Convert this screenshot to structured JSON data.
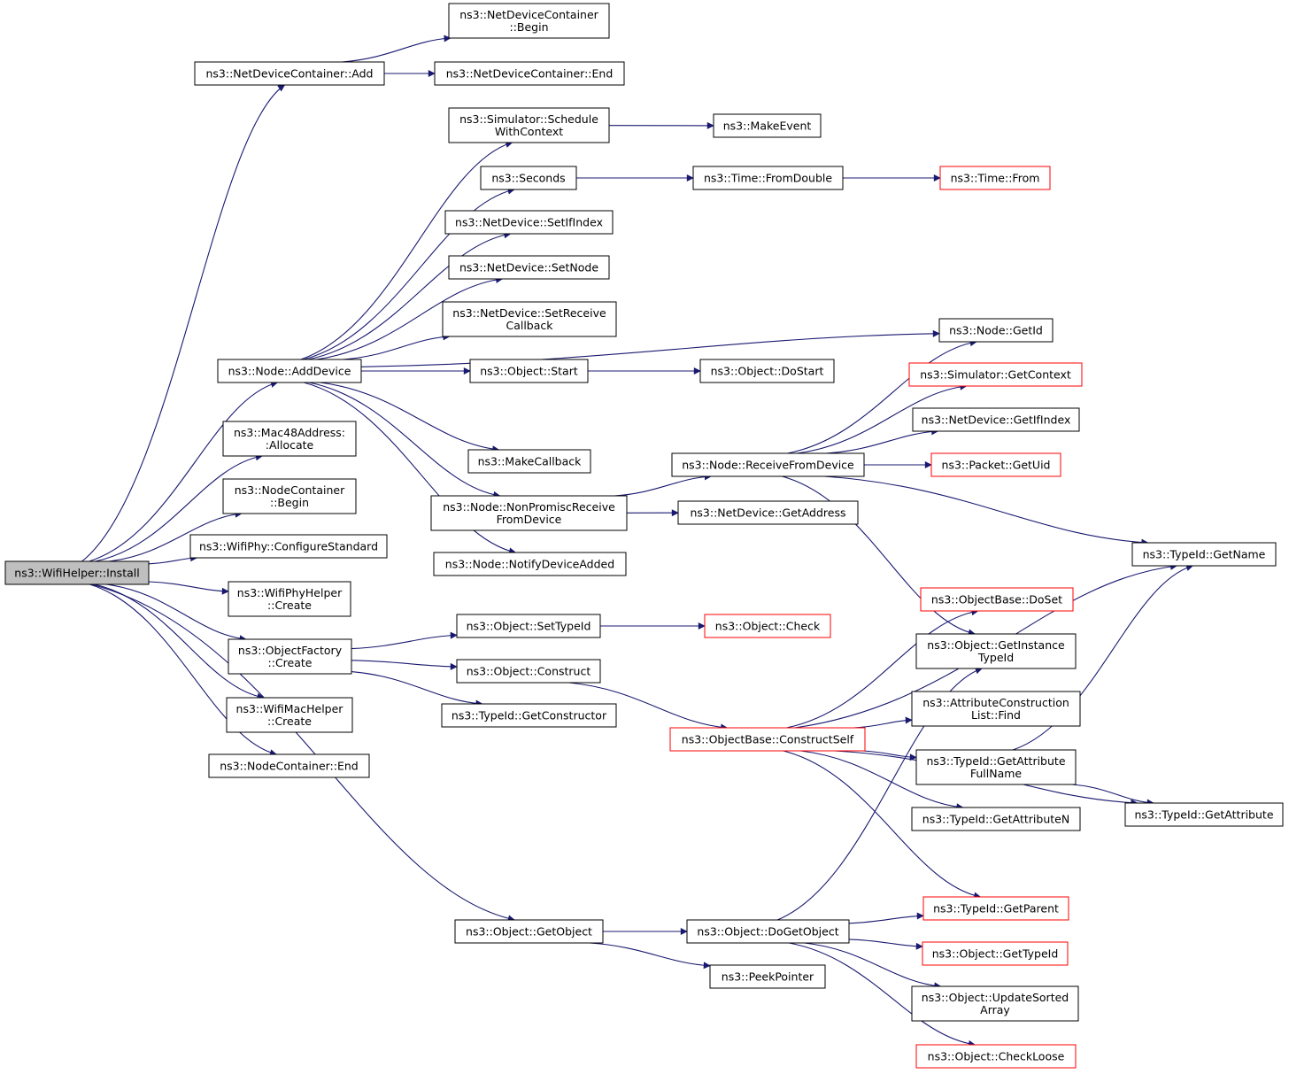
{
  "colors": {
    "edge": "#191970",
    "border": "#000000",
    "incomplete_border": "#ff0000",
    "root_fill": "#bfbfbf"
  },
  "nodes": {
    "wifihelper_install": {
      "lines": [
        "ns3::WifiHelper::Install"
      ]
    },
    "ndc_add": {
      "lines": [
        "ns3::NetDeviceContainer::Add"
      ]
    },
    "ndc_begin": {
      "lines": [
        "ns3::NetDeviceContainer",
        "::Begin"
      ]
    },
    "ndc_end": {
      "lines": [
        "ns3::NetDeviceContainer::End"
      ]
    },
    "sim_schedulewithcontext": {
      "lines": [
        "ns3::Simulator::Schedule",
        "WithContext"
      ]
    },
    "makeevent": {
      "lines": [
        "ns3::MakeEvent"
      ]
    },
    "seconds": {
      "lines": [
        "ns3::Seconds"
      ]
    },
    "time_fromdouble": {
      "lines": [
        "ns3::Time::FromDouble"
      ]
    },
    "time_from": {
      "lines": [
        "ns3::Time::From"
      ]
    },
    "nd_setifindex": {
      "lines": [
        "ns3::NetDevice::SetIfIndex"
      ]
    },
    "nd_setnode": {
      "lines": [
        "ns3::NetDevice::SetNode"
      ]
    },
    "nd_setreceivecallback": {
      "lines": [
        "ns3::NetDevice::SetReceive",
        "Callback"
      ]
    },
    "node_getid": {
      "lines": [
        "ns3::Node::GetId"
      ]
    },
    "node_adddevice": {
      "lines": [
        "ns3::Node::AddDevice"
      ]
    },
    "object_start": {
      "lines": [
        "ns3::Object::Start"
      ]
    },
    "object_dostart": {
      "lines": [
        "ns3::Object::DoStart"
      ]
    },
    "sim_getcontext": {
      "lines": [
        "ns3::Simulator::GetContext"
      ]
    },
    "nd_getifindex": {
      "lines": [
        "ns3::NetDevice::GetIfIndex"
      ]
    },
    "mac48_allocate": {
      "lines": [
        "ns3::Mac48Address:",
        ":Allocate"
      ]
    },
    "makecallback": {
      "lines": [
        "ns3::MakeCallback"
      ]
    },
    "node_receivefromdevice": {
      "lines": [
        "ns3::Node::ReceiveFromDevice"
      ]
    },
    "packet_getuid": {
      "lines": [
        "ns3::Packet::GetUid"
      ]
    },
    "nc_begin": {
      "lines": [
        "ns3::NodeContainer",
        "::Begin"
      ]
    },
    "node_nonpromisc": {
      "lines": [
        "ns3::Node::NonPromiscReceive",
        "FromDevice"
      ]
    },
    "nd_getaddress": {
      "lines": [
        "ns3::NetDevice::GetAddress"
      ]
    },
    "wifiphy_configurestandard": {
      "lines": [
        "ns3::WifiPhy::ConfigureStandard"
      ]
    },
    "typeid_getname": {
      "lines": [
        "ns3::TypeId::GetName"
      ]
    },
    "node_notifydeviceadded": {
      "lines": [
        "ns3::Node::NotifyDeviceAdded"
      ]
    },
    "wifiphyhelper_create": {
      "lines": [
        "ns3::WifiPhyHelper",
        "::Create"
      ]
    },
    "objectbase_doset": {
      "lines": [
        "ns3::ObjectBase::DoSet"
      ]
    },
    "object_settypeid": {
      "lines": [
        "ns3::Object::SetTypeId"
      ]
    },
    "object_check": {
      "lines": [
        "ns3::Object::Check"
      ]
    },
    "objectfactory_create": {
      "lines": [
        "ns3::ObjectFactory",
        "::Create"
      ]
    },
    "object_getinstancetypeid": {
      "lines": [
        "ns3::Object::GetInstance",
        "TypeId"
      ]
    },
    "object_construct": {
      "lines": [
        "ns3::Object::Construct"
      ]
    },
    "attrconstructionlist_find": {
      "lines": [
        "ns3::AttributeConstruction",
        "List::Find"
      ]
    },
    "wifimachelper_create": {
      "lines": [
        "ns3::WifiMacHelper",
        "::Create"
      ]
    },
    "typeid_getconstructor": {
      "lines": [
        "ns3::TypeId::GetConstructor"
      ]
    },
    "objectbase_constructself": {
      "lines": [
        "ns3::ObjectBase::ConstructSelf"
      ]
    },
    "typeid_getattributefullname": {
      "lines": [
        "ns3::TypeId::GetAttribute",
        "FullName"
      ]
    },
    "nc_end": {
      "lines": [
        "ns3::NodeContainer::End"
      ]
    },
    "typeid_getattribute": {
      "lines": [
        "ns3::TypeId::GetAttribute"
      ]
    },
    "typeid_getattributen": {
      "lines": [
        "ns3::TypeId::GetAttributeN"
      ]
    },
    "typeid_getparent": {
      "lines": [
        "ns3::TypeId::GetParent"
      ]
    },
    "object_getobject": {
      "lines": [
        "ns3::Object::GetObject"
      ]
    },
    "object_dogetobject": {
      "lines": [
        "ns3::Object::DoGetObject"
      ]
    },
    "object_gettypeid": {
      "lines": [
        "ns3::Object::GetTypeId"
      ]
    },
    "peekpointer": {
      "lines": [
        "ns3::PeekPointer"
      ]
    },
    "object_updatesortedarray": {
      "lines": [
        "ns3::Object::UpdateSorted",
        "Array"
      ]
    },
    "object_checkloose": {
      "lines": [
        "ns3::Object::CheckLoose"
      ]
    }
  }
}
